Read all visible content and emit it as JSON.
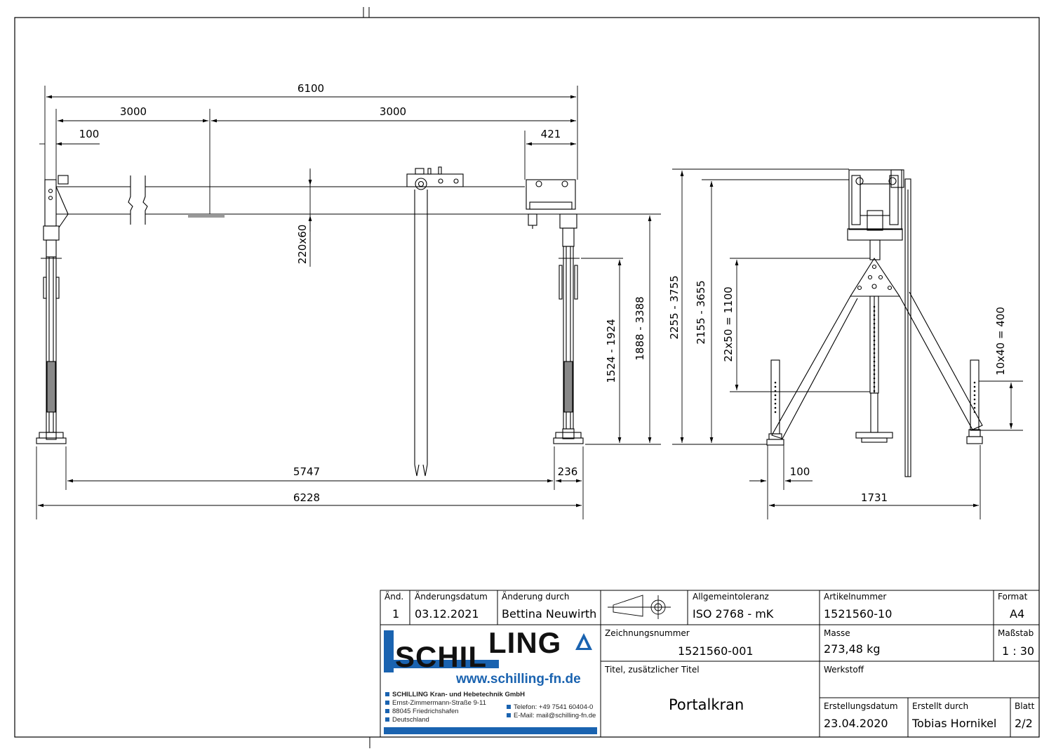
{
  "drawing": {
    "dimensions": {
      "overall_beam": "6100",
      "left_half": "3000",
      "right_half": "3000",
      "left_offset": "100",
      "trolley_offset": "421",
      "beam_profile": "220x60",
      "leg_height_range": "1524 - 1924",
      "hook_height_range": "1888 - 3388",
      "side_height_range": "2255 - 3755",
      "side_inner_height_range": "2155 - 3655",
      "hole_pattern_main": "22x50 = 1100",
      "hole_pattern_leg": "10x40 = 400",
      "span_inner": "5747",
      "foot_width": "236",
      "span_outer": "6228",
      "side_foot": "100",
      "side_width": "1731"
    }
  },
  "title_block": {
    "revision": {
      "col_rev_label": "Änd.",
      "col_date_label": "Änderungsdatum",
      "col_by_label": "Änderung durch",
      "rev": "1",
      "date": "03.12.2021",
      "by": "Bettina Neuwirth"
    },
    "tolerance_label": "Allgemeintoleranz",
    "tolerance_value": "ISO 2768 - mK",
    "article_label": "Artikelnummer",
    "article_value": "1521560-10",
    "format_label": "Format",
    "format_value": "A4",
    "drawing_no_label": "Zeichnungsnummer",
    "drawing_no_value": "1521560-001",
    "mass_label": "Masse",
    "mass_value": "273,48 kg",
    "scale_label": "Maßstab",
    "scale_value": "1 : 30",
    "title_label": "Titel, zusätzlicher Titel",
    "title_value": "Portalkran",
    "material_label": "Werkstoff",
    "created_date_label": "Erstellungsdatum",
    "created_date_value": "23.04.2020",
    "created_by_label": "Erstellt durch",
    "created_by_value": "Tobias Hornikel",
    "sheet_label": "Blatt",
    "sheet_value": "2/2"
  },
  "company": {
    "logo_left": "SCHIL",
    "logo_right": "LING",
    "url": "www.schilling-fn.de",
    "name": "SCHILLING Kran- und Hebetechnik GmbH",
    "street": "Ernst-Zimmermann-Straße 9-11",
    "city": "88045 Friedrichshafen",
    "country": "Deutschland",
    "phone": "Telefon: +49 7541 60404-0",
    "email": "E-Mail: mail@schilling-fn.de",
    "brand_color": "#1a63b0"
  }
}
